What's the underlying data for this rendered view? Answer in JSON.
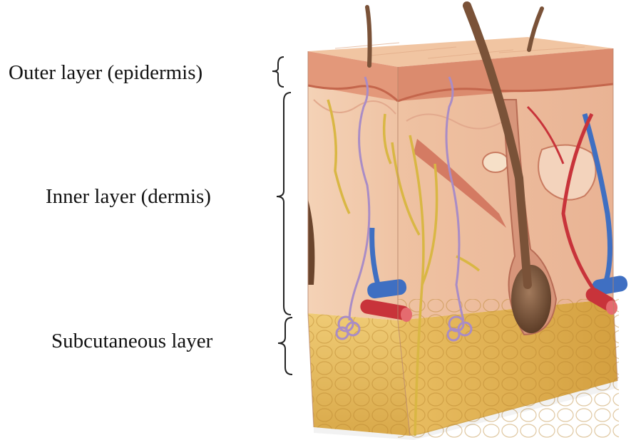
{
  "labels": {
    "outer": "Outer layer (epidermis)",
    "inner": "Inner layer (dermis)",
    "subcutaneous": "Subcutaneous layer"
  },
  "colors": {
    "epidermis": "#e8a98a",
    "dermis": "#f2c9ad",
    "fat": "#e9c068",
    "hair": "#7a5238",
    "artery": "#c8333a",
    "vein": "#3f6fc2",
    "nerve": "#d9b744",
    "gland_duct": "#a98cc6",
    "muscle": "#c9654f"
  }
}
